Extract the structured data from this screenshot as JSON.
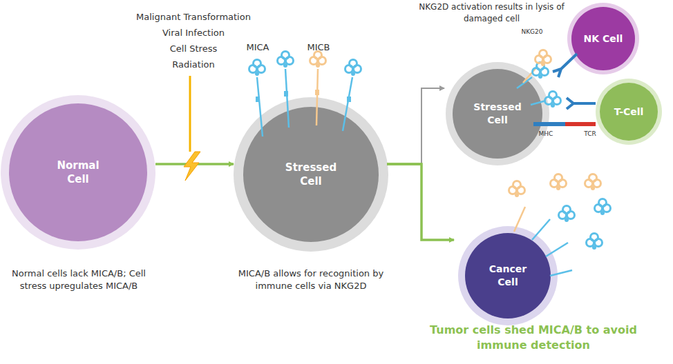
{
  "diagram": {
    "nodes": [
      {
        "text": [
          "Normal Cell"
        ]
      },
      {
        "text": [
          "Stressed Cell"
        ]
      },
      {
        "text": [
          "Stressed Cell"
        ]
      },
      {
        "text": [
          "NK Cell"
        ]
      },
      {
        "text": [
          "T-Cell"
        ]
      },
      {
        "text": [
          "Cancer Cell"
        ]
      }
    ],
    "edges": [
      {
        "from": 0,
        "to": 1,
        "arrow": "to"
      },
      {
        "from": 1,
        "to": 2,
        "arrow": "to"
      },
      {
        "from": 1,
        "to": 5,
        "arrow": "to"
      }
    ],
    "labels": [
      "Malignant Transformation",
      "Viral Infection",
      "Cell Stress",
      "Radiation",
      "MICA",
      "MICB",
      "NKG2D activation results in lysis of damaged cell",
      "NKG20",
      "MHC",
      "TCR",
      "Normal cells lack MICA/B; Cell stress upregulates MICA/B",
      "MICA/B allows for recognition by immune cells via NKG2D",
      "Tumor cells shed MICA/B to avoid immune detection"
    ]
  }
}
